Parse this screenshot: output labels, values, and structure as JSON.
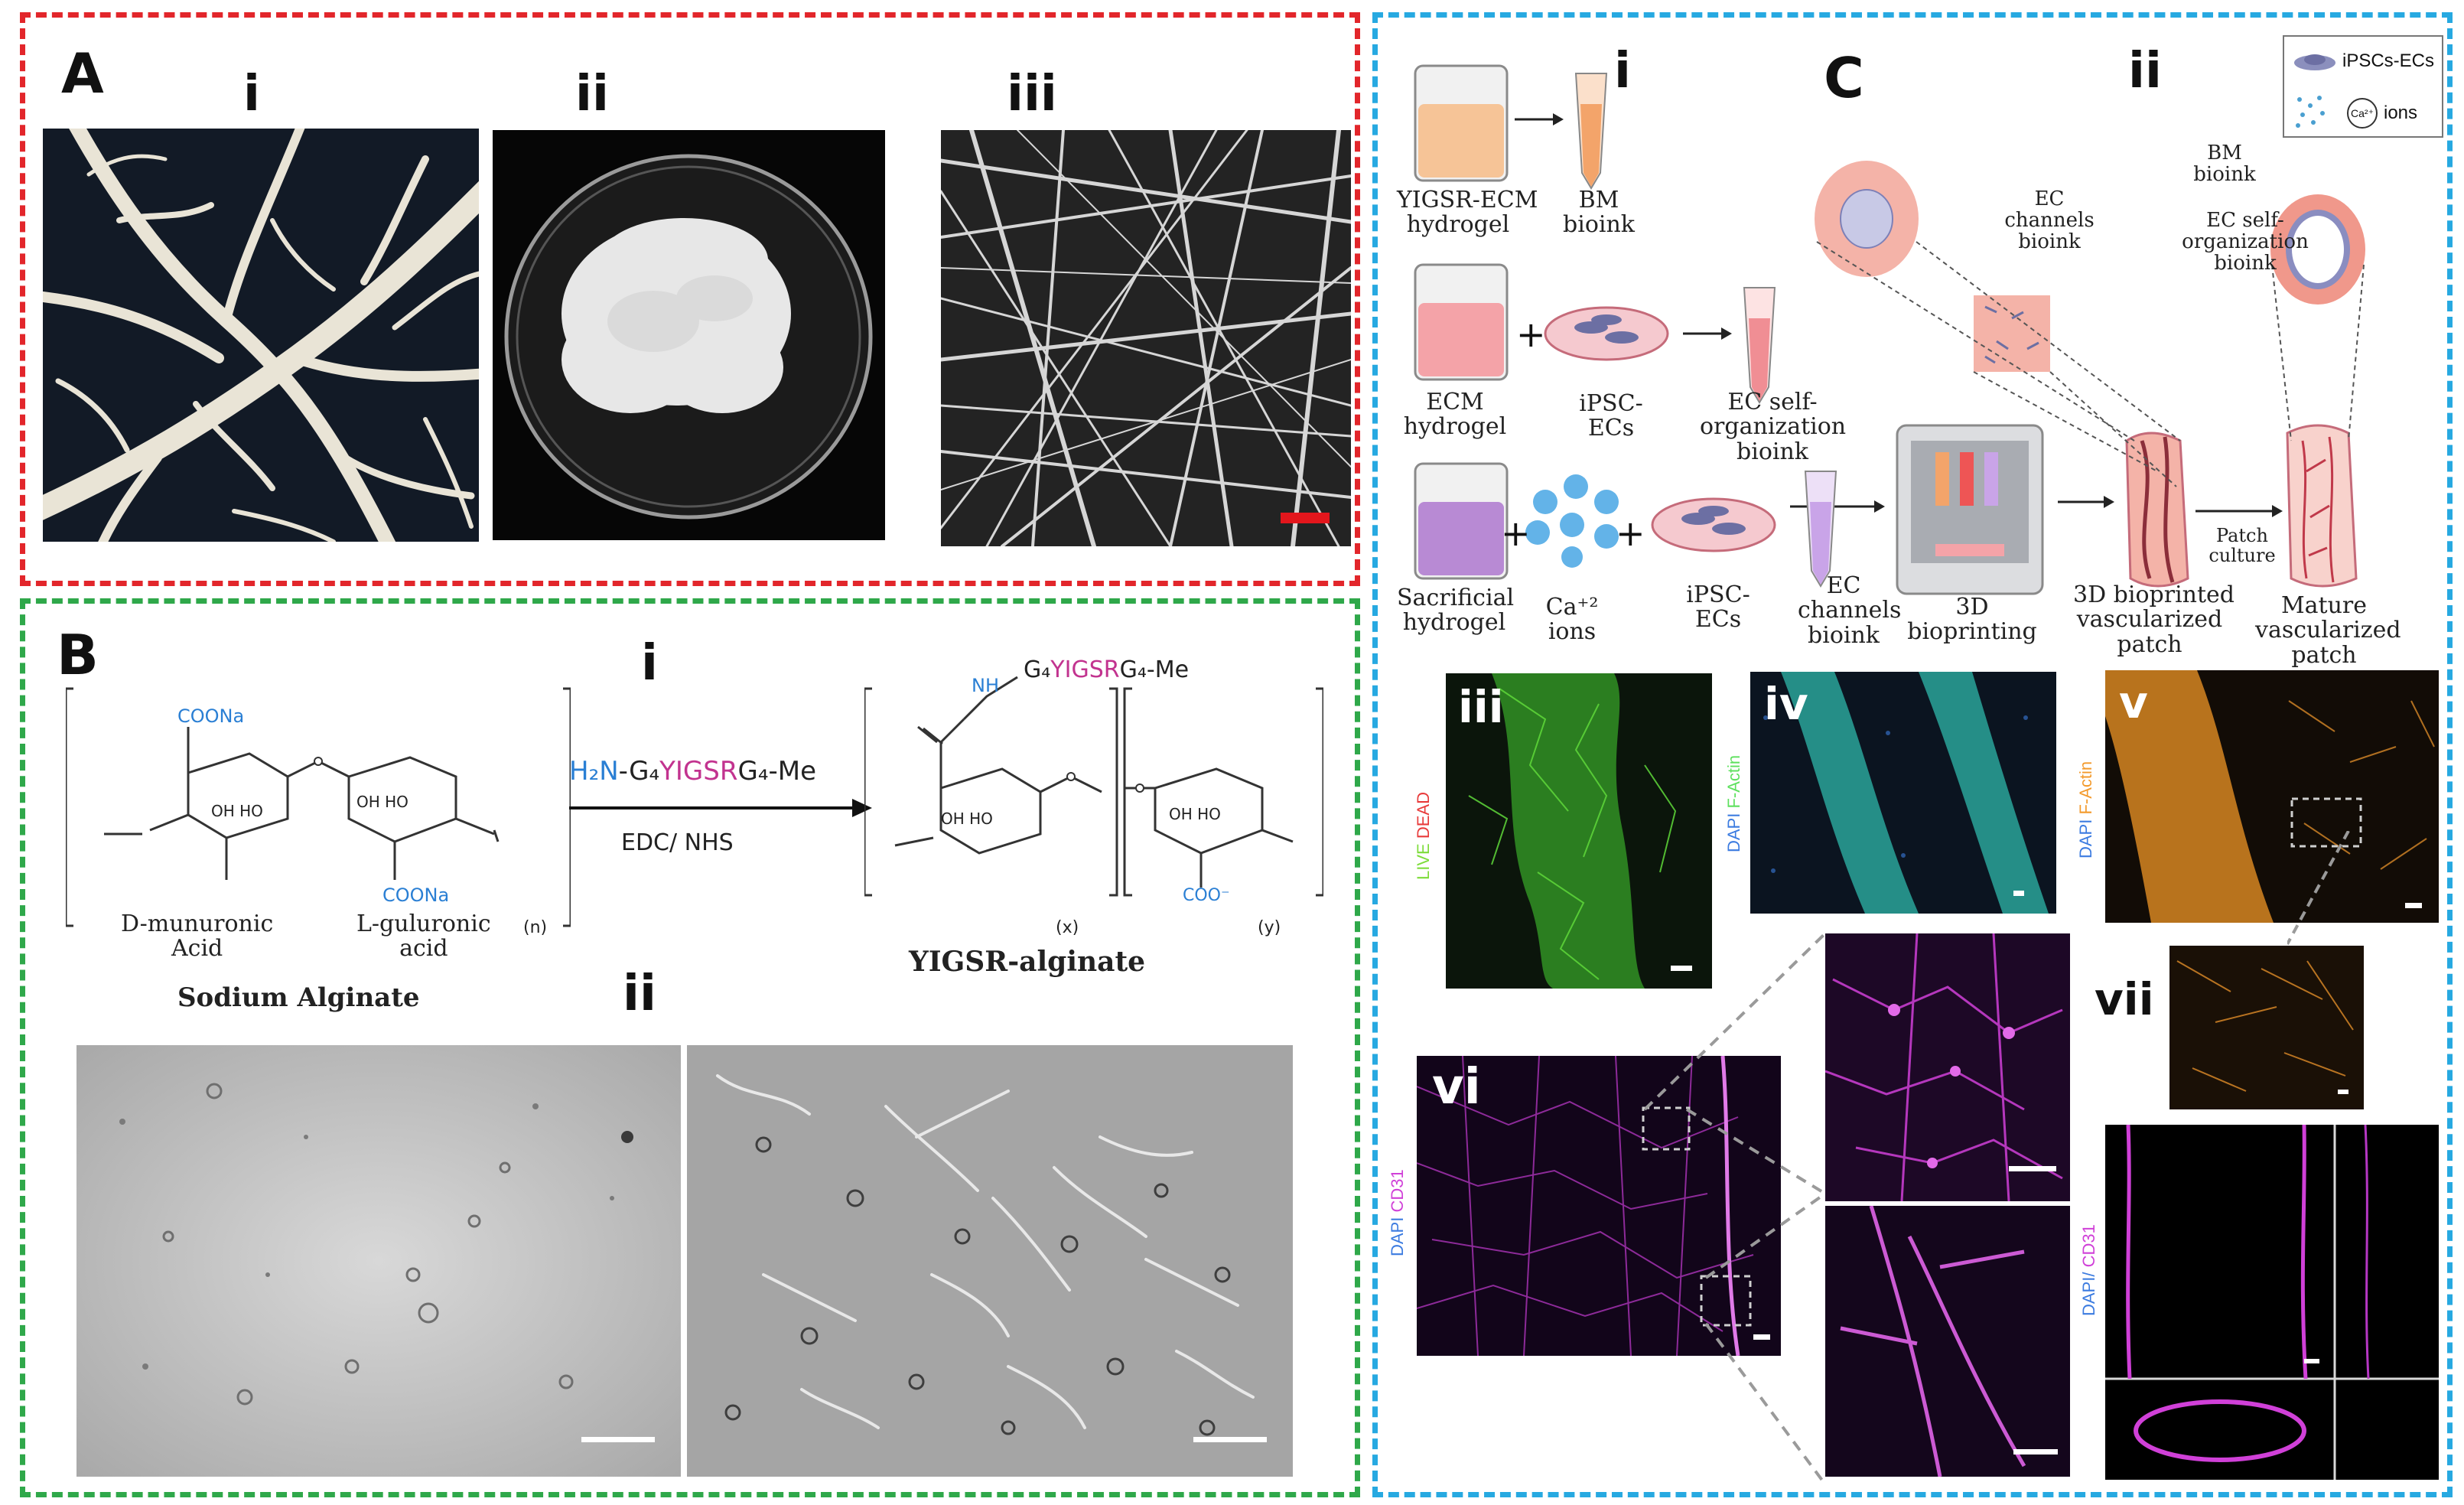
{
  "panel_a": {
    "letter": "A",
    "sub": [
      "i",
      "ii",
      "iii"
    ]
  },
  "panel_b": {
    "letter": "B",
    "sub_i": "i",
    "sub_ii": "ii",
    "reagent": "H₂N-G₄YIGSRG₄-Me",
    "reagent_parts": {
      "pre": "H₂N",
      "dash": "-G₄",
      "pep": "YIGSR",
      "post": "G₄-Me"
    },
    "conditions": "EDC/ NHS",
    "coona_top": "COONa",
    "coona_bottom": "COONa",
    "oh_ho_1": "OH  HO",
    "oh_ho_2": "OH  HO",
    "oh_ho_3": "OH  HO",
    "oh_ho_4": "OH  HO",
    "unit1": "D-munuronic\nAcid",
    "unit2": "L-guluronic\nacid",
    "subscript_n": "(n)",
    "subscript_x": "(x)",
    "subscript_y": "(y)",
    "product_label": "YIGSR-alginate",
    "start_label": "Sodium Alginate",
    "peptide_top": {
      "pre": "G₄",
      "pep": "YIGSR",
      "post": "G₄-Me"
    },
    "nh": "NH",
    "coo_minus": "COO⁻"
  },
  "panel_c": {
    "letter": "C",
    "sub_i": "i",
    "sub_ii": "ii",
    "legend": {
      "cells": "iPSCs-ECs",
      "ions": "ions",
      "ion_symbol": "Ca²⁺"
    },
    "row1": {
      "hydrogel": "YIGSR-ECM\nhydrogel",
      "bioink": "BM\nbioink"
    },
    "row2": {
      "hydrogel": "ECM\nhydrogel",
      "cells": "iPSC-ECs",
      "bioink": "EC self-\norganization\nbioink"
    },
    "row3": {
      "hydrogel": "Sacrificial\nhydrogel",
      "ions": "Ca⁺² ions",
      "cells": "iPSC-ECs"
    },
    "ec_channels": "EC\nchannels\nbioink",
    "printing": "3D bioprinting",
    "printed_patch": "3D bioprinted\nvascularized\npatch",
    "patch_culture": "Patch culture",
    "mature_patch": "Mature\nvascularized\npatch",
    "patch_labels": {
      "bm": "BM\nbioink",
      "ec_channels": "EC\nchannels\nbioink",
      "ec_self": "EC self-\norganization\nbioink"
    },
    "plus": "+",
    "micro": {
      "iii": "iii",
      "iv": "iv",
      "v": "v",
      "vi": "vi",
      "vii": "vii",
      "stain_iii": {
        "a": "LIVE",
        "b": "DEAD"
      },
      "stain_iv": {
        "a": "DAPI",
        "b": "F-Actin"
      },
      "stain_v": {
        "a": "DAPI",
        "b": "F-Actin"
      },
      "stain_vi": {
        "a": "DAPI",
        "b": "CD31"
      },
      "stain_vii": {
        "a": "DAPI/",
        "b": "CD31"
      }
    }
  },
  "colors": {
    "frame_a": "#e2262b",
    "frame_b": "#2fa84a",
    "frame_c": "#27a9e1",
    "peptide_magenta": "#c2338f",
    "amine_blue": "#2a7fd4",
    "live_green": "#7ddc3a",
    "dead_red": "#e83b3b",
    "dapi_blue": "#3b7be0",
    "factin_green": "#5ee05e",
    "factin_orange": "#f39a2c",
    "cd31_magenta": "#d040d8"
  }
}
